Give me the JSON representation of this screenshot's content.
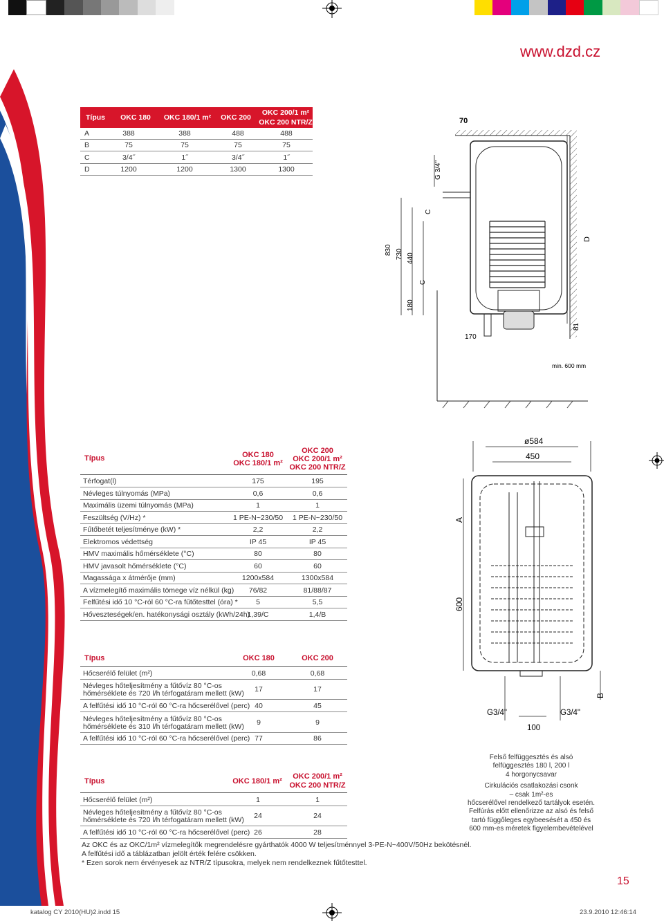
{
  "site_url": "www.dzd.cz",
  "page_number": "15",
  "footer_left": "katalog CY 2010(HU)2.indd   15",
  "footer_right": "23.9.2010   12:46:14",
  "colors": {
    "accent_red": "#d7152a",
    "link_red": "#c8102e",
    "wave_blue": "#1b4f9c"
  },
  "table1": {
    "headers": [
      "Típus",
      "OKC 180",
      "OKC 180/1 m²",
      "OKC 200",
      "OKC 200/1 m²",
      "OKC 200 NTR/Z"
    ],
    "rows": [
      [
        "A",
        "388",
        "388",
        "488",
        "488"
      ],
      [
        "B",
        "75",
        "75",
        "75",
        "75"
      ],
      [
        "C",
        "3/4˝",
        "1˝",
        "3/4˝",
        "1˝"
      ],
      [
        "D",
        "1200",
        "1200",
        "1300",
        "1300"
      ]
    ]
  },
  "table2": {
    "h_tipus": "Típus",
    "h_col1a": "OKC 180",
    "h_col1b": "OKC 180/1 m²",
    "h_col2a": "OKC 200",
    "h_col2b": "OKC 200/1 m²",
    "h_col2c": "OKC 200 NTR/Z",
    "rows": [
      [
        "Térfogat(l)",
        "175",
        "195"
      ],
      [
        "Névleges túlnyomás (MPa)",
        "0,6",
        "0,6"
      ],
      [
        "Maximális üzemi túlnyomás (MPa)",
        "1",
        "1"
      ],
      [
        "Feszültség (V/Hz) *",
        "1 PE-N~230/50",
        "1 PE-N~230/50"
      ],
      [
        "Fűtőbetét teljesítménye (kW) *",
        "2,2",
        "2,2"
      ],
      [
        "Elektromos védettség",
        "IP 45",
        "IP 45"
      ],
      [
        "HMV maximális hőmérséklete (°C)",
        "80",
        "80"
      ],
      [
        "HMV javasolt hőmérséklete (°C)",
        "60",
        "60"
      ],
      [
        "Magassága x átmérője (mm)",
        "1200x584",
        "1300x584"
      ],
      [
        "A vízmelegítő maximális tömege víz nélkül (kg)",
        "76/82",
        "81/88/87"
      ],
      [
        "Felfűtési idő 10 °C-ról 60 °C-ra fűtőtesttel (óra) *",
        "5",
        "5,5"
      ],
      [
        "Hőveszteségek/en. hatékonysági osztály (kWh/24h)",
        "1,39/C",
        "1,4/B"
      ]
    ]
  },
  "table3": {
    "headers": [
      "Típus",
      "OKC 180",
      "OKC 200"
    ],
    "rows": [
      [
        "Hőcserélő felület (m²)",
        "",
        "0,68",
        "0,68"
      ],
      [
        "Névleges hőteljesítmény a fűtővíz 80 °C-os",
        "hőmérséklete és 720 l/h térfogatáram mellett (kW)",
        "17",
        "17"
      ],
      [
        "A felfűtési idő 10 °C-ról 60 °C-ra hőcserélővel (perc)",
        "",
        "40",
        "45"
      ],
      [
        "Névleges hőteljesítmény a fűtővíz 80 °C-os",
        "hőmérséklete és 310 l/h térfogatáram mellett (kW)",
        "9",
        "9"
      ],
      [
        "A felfűtési idő 10 °C-ról 60 °C-ra hőcserélővel (perc)",
        "",
        "77",
        "86"
      ]
    ]
  },
  "table4": {
    "h_tipus": "Típus",
    "h_col1": "OKC 180/1 m²",
    "h_col2a": "OKC 200/1 m²",
    "h_col2b": "OKC 200 NTR/Z",
    "rows": [
      [
        "Hőcserélő felület (m²)",
        "",
        "1",
        "1"
      ],
      [
        "Névleges hőteljesítmény a fűtővíz 80 °C-os",
        "hőmérséklete és 720 l/h térfogatáram mellett (kW)",
        "24",
        "24"
      ],
      [
        "A felfűtési idő 10 °C-ról 60 °C-ra hőcserélővel (perc)",
        "",
        "26",
        "28"
      ]
    ]
  },
  "notes": [
    "Az OKC és az OKC/1m² vízmelegítők megrendelésre gyárthatók 4000 W teljesítménnyel 3-PE-N~400V/50Hz bekötésnél.",
    "A felfűtési idő a táblázatban jelölt érték felére csökken.",
    "* Ezen sorok nem érvényesek az NTR/Z típusokra, melyek nem rendelkeznek fűtőtesttel."
  ],
  "side_notes": [
    "Felső felfüggesztés és alsó",
    "felfüggesztés 180 l, 200 l",
    "4 horgonycsavar",
    "Cirkulációs csatlakozási csonk",
    "– csak 1m²-es",
    "hőcserélővel rendelkező tartályok esetén.",
    "Felfúrás előtt ellenőrizze az alsó és felső",
    "tartó függőleges egybeesését a 450 és",
    "600 mm-es méretek figyelembevételével"
  ],
  "diagram_top": {
    "labels": [
      "70",
      "G 3/4\"",
      "C",
      "830",
      "730",
      "440",
      "C",
      "180",
      "D",
      "170",
      "81",
      "min. 600 mm"
    ]
  },
  "diagram_front": {
    "labels": [
      "ø584",
      "450",
      "A",
      "600",
      "B",
      "G3/4\"",
      "G3/4\"",
      "100"
    ]
  }
}
